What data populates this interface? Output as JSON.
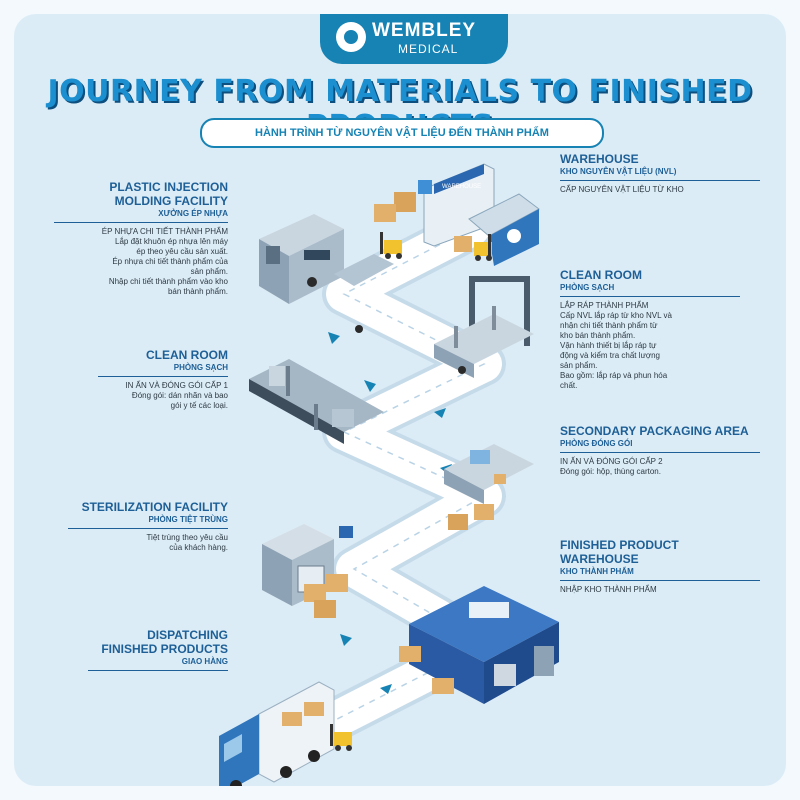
{
  "brand": {
    "name": "WEMBLEY",
    "sub": "MEDICAL"
  },
  "title": "JOURNEY FROM MATERIALS TO FINISHED PRODUCTS",
  "subtitle": "HÀNH TRÌNH TỪ NGUYÊN VẬT LIỆU ĐẾN THÀNH PHẨM",
  "steps": [
    {
      "title": "WAREHOUSE",
      "subtitle": "KHO NGUYÊN VẬT LIỆU (NVL)",
      "desc": "CẤP NGUYÊN VẬT LIỆU TỪ KHO"
    },
    {
      "title": "PLASTIC INJECTION\nMOLDING FACILITY",
      "subtitle": "XƯỞNG ÉP NHỰA",
      "desc": "ÉP NHỰA CHI TIẾT THÀNH PHẨM\nLắp đặt khuôn ép nhựa lên máy\nép theo yêu cầu sản xuất.\nÉp nhựa chi tiết thành phẩm của\nsản phẩm.\nNhập chi tiết thành phẩm vào kho\nbán thành phẩm."
    },
    {
      "title": "CLEAN ROOM",
      "subtitle": "PHÒNG SẠCH",
      "desc": "LẮP RÁP THÀNH PHẨM\nCấp NVL lắp ráp từ kho NVL và\nnhận chi tiết thành phẩm từ\nkho bán thành phẩm.\nVận hành thiết bị lắp ráp tự\nđộng và kiểm tra chất lượng\nsản phẩm.\nBao gồm: lắp ráp và phun hóa\nchất."
    },
    {
      "title": "CLEAN ROOM",
      "subtitle": "PHÒNG SẠCH",
      "desc": "IN ẤN VÀ ĐÓNG GÓI CẤP 1\nĐóng gói: dán nhãn và bao\ngói y tế các loại."
    },
    {
      "title": "SECONDARY PACKAGING AREA",
      "subtitle": "PHÒNG ĐÓNG GÓI",
      "desc": "IN ẤN VÀ ĐÓNG GÓI CẤP 2\nĐóng gói: hộp, thùng carton."
    },
    {
      "title": "STERILIZATION FACILITY",
      "subtitle": "PHÒNG TIỆT TRÙNG",
      "desc": "Tiệt trùng theo yêu cầu\ncủa khách hàng."
    },
    {
      "title": "FINISHED PRODUCT WAREHOUSE",
      "subtitle": "KHO THÀNH PHẨM",
      "desc": "NHẬP KHO THÀNH PHẨM"
    },
    {
      "title": "DISPATCHING\nFINISHED PRODUCTS",
      "subtitle": "GIAO HÀNG",
      "desc": ""
    }
  ],
  "signs": {
    "warehouse": "WAREHOUSE"
  },
  "colors": {
    "accent": "#1683b4",
    "title": "#1b8fcf",
    "title_shadow": "#0d4f7e",
    "panel": "#dcecf6",
    "path": "#ffffff",
    "heading": "#1d5f96"
  }
}
